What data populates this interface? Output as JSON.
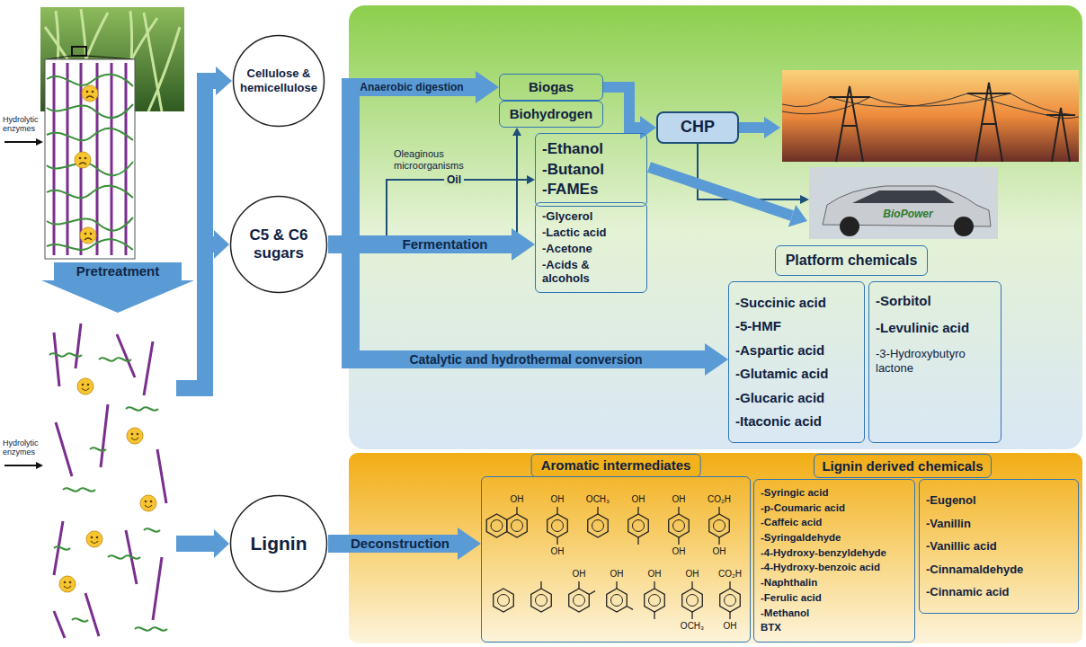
{
  "diagram": {
    "nodes": [
      {
        "text": [
          "Cellulose & hemicellulose"
        ]
      },
      {
        "text": [
          "C5 & C6 sugars"
        ]
      },
      {
        "text": [
          "Lignin"
        ]
      },
      {
        "text": [
          "Biogas"
        ]
      },
      {
        "text": [
          "Biohydrogen"
        ]
      },
      {
        "text": [
          "CHP"
        ]
      },
      {
        "text": [
          "-Ethanol",
          "-Butanol",
          "-FAMEs"
        ]
      },
      {
        "text": [
          "-Glycerol",
          "-Lactic acid",
          "-Acetone",
          "-Acids & alcohols"
        ]
      },
      {
        "text": [
          "Platform chemicals"
        ]
      },
      {
        "text": [
          "-Succinic acid",
          "-5-HMF",
          "-Aspartic acid",
          "-Glutamic acid",
          "-Glucaric acid",
          "-Itaconic acid"
        ]
      },
      {
        "text": [
          "-Sorbitol",
          "-Levulinic acid",
          "-3-Hydroxybutyro lactone"
        ]
      },
      {
        "text": [
          "Aromatic intermediates"
        ]
      },
      {
        "text": [
          "Lignin derived chemicals"
        ]
      },
      {
        "text": [
          "-Syringic acid",
          "-p-Coumaric acid",
          "-Caffeic acid",
          "-Syringaldehyde",
          "-4-Hydroxy-benzyldehyde",
          "-4-Hydroxy-benzoic acid",
          "-Naphthalin",
          "-Ferulic acid",
          "-Methanol",
          "BTX"
        ]
      },
      {
        "text": [
          "-Eugenol",
          "-Vanillin",
          "-Vanillic acid",
          "-Cinnamaldehyde",
          "-Cinnamic acid"
        ]
      }
    ],
    "edges": [
      {
        "from": 1,
        "to": 3,
        "label": "Anaerobic digestion",
        "arrow": "to"
      },
      {
        "from": 1,
        "to": 4,
        "arrow": "to"
      },
      {
        "from": 1,
        "to": 6,
        "label": "Oil",
        "arrow": "to"
      },
      {
        "from": 1,
        "to": 7,
        "label": "Fermentation",
        "arrow": "to"
      },
      {
        "from": 1,
        "to": 9,
        "label": "Catalytic and hydrothermal conversion",
        "arrow": "to"
      },
      {
        "from": 3,
        "to": 5,
        "arrow": "to"
      },
      {
        "from": 2,
        "to": 11,
        "label": "Deconstruction",
        "arrow": "to"
      }
    ],
    "labels": [
      "Hydrolytic enzymes",
      "Pretreatment",
      "Hydrolytic enzymes",
      "Oleaginous microorganisms",
      "BioPower",
      "OH",
      "OH",
      "OH",
      "OCH₃",
      "OH",
      "OH",
      "OH",
      "CO₂H",
      "OH",
      "OH",
      "OH",
      "OH",
      "OH",
      "OCH₃",
      "CO₂H",
      "OH"
    ]
  }
}
